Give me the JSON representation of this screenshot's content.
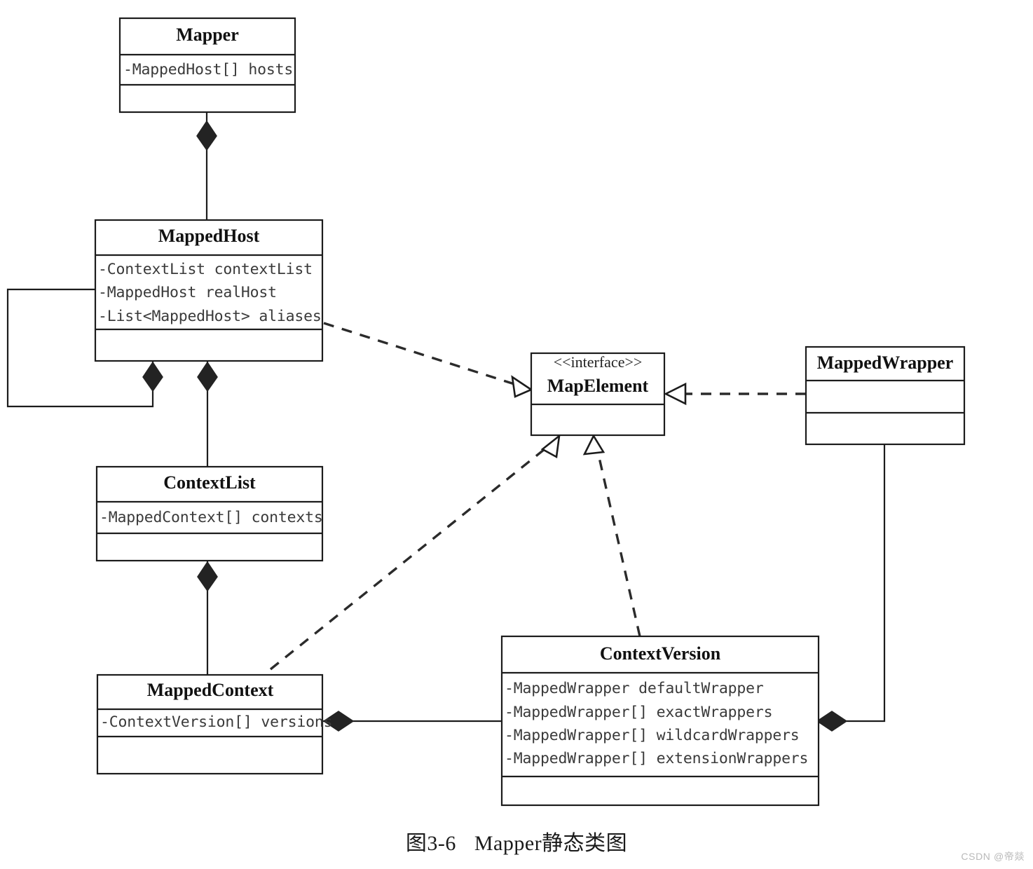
{
  "diagram": {
    "caption_number": "图3-6",
    "caption_title": "Mapper静态类图",
    "watermark": "CSDN @帝燚",
    "stroke_color": "#1c1c1c",
    "background_color": "#ffffff",
    "classes": {
      "mapper": {
        "name": "Mapper",
        "stereotype": "",
        "attributes": [
          "-MappedHost[] hosts"
        ],
        "operations": []
      },
      "mapped_host": {
        "name": "MappedHost",
        "stereotype": "",
        "attributes": [
          "-ContextList contextList",
          "-MappedHost realHost",
          "-List<MappedHost> aliases"
        ],
        "operations": []
      },
      "context_list": {
        "name": "ContextList",
        "stereotype": "",
        "attributes": [
          "-MappedContext[] contexts"
        ],
        "operations": []
      },
      "mapped_context": {
        "name": "MappedContext",
        "stereotype": "",
        "attributes": [
          "-ContextVersion[] versions"
        ],
        "operations": []
      },
      "map_element": {
        "name": "MapElement",
        "stereotype": "<<interface>>",
        "attributes": [],
        "operations": []
      },
      "mapped_wrapper": {
        "name": "MappedWrapper",
        "stereotype": "",
        "attributes": [],
        "operations": []
      },
      "context_version": {
        "name": "ContextVersion",
        "stereotype": "",
        "attributes": [
          "-MappedWrapper defaultWrapper",
          "-MappedWrapper[] exactWrappers",
          "-MappedWrapper[] wildcardWrappers",
          "-MappedWrapper[] extensionWrappers"
        ],
        "operations": []
      }
    },
    "relations": [
      {
        "id": "mapper-mappedhost",
        "type": "composition",
        "from": "Mapper",
        "to": "MappedHost",
        "style": "solid"
      },
      {
        "id": "mappedhost-self",
        "type": "composition",
        "from": "MappedHost",
        "to": "MappedHost",
        "style": "solid"
      },
      {
        "id": "mappedhost-contextlist",
        "type": "composition",
        "from": "MappedHost",
        "to": "ContextList",
        "style": "solid"
      },
      {
        "id": "contextlist-mappedcontext",
        "type": "composition",
        "from": "ContextList",
        "to": "MappedContext",
        "style": "solid"
      },
      {
        "id": "mappedcontext-contextversion",
        "type": "composition",
        "from": "MappedContext",
        "to": "ContextVersion",
        "style": "solid"
      },
      {
        "id": "contextversion-mappedwrapper",
        "type": "composition",
        "from": "ContextVersion",
        "to": "MappedWrapper",
        "style": "solid"
      },
      {
        "id": "mappedhost-mapelement",
        "type": "realization",
        "from": "MappedHost",
        "to": "MapElement",
        "style": "dashed"
      },
      {
        "id": "mappedcontext-mapelement",
        "type": "realization",
        "from": "MappedContext",
        "to": "MapElement",
        "style": "dashed"
      },
      {
        "id": "contextversion-mapelement",
        "type": "realization",
        "from": "ContextVersion",
        "to": "MapElement",
        "style": "dashed"
      },
      {
        "id": "mappedwrapper-mapelement",
        "type": "realization",
        "from": "MappedWrapper",
        "to": "MapElement",
        "style": "dashed"
      }
    ]
  }
}
